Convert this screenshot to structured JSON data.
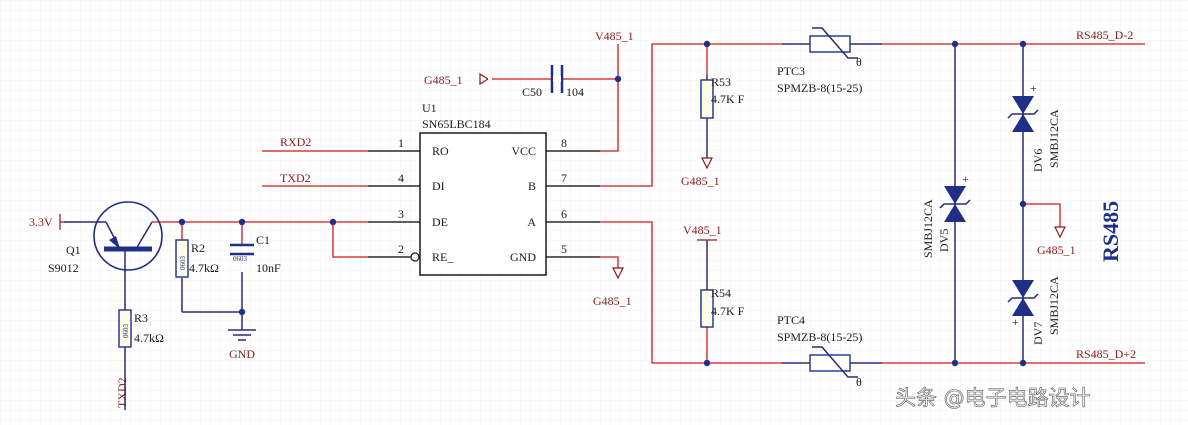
{
  "colors": {
    "wire": "#d01818",
    "component": "#1f2f86",
    "net_label": "#8b1a1a",
    "ic_body": "#ffffff",
    "grid": "#e6e6ee"
  },
  "title": "RS485",
  "watermark": "头条 @电子电路设计",
  "nets": {
    "v485_top": "V485_1",
    "v485_mid": "V485_1",
    "g485_cap": "G485_1",
    "g485_r53": "G485_1",
    "g485_gnd": "G485_1",
    "g485_tvs": "G485_1",
    "v33": "3.3V",
    "gnd": "GND",
    "rxd": "RXD2",
    "txd": "TXD2",
    "txd_q": "TXD2",
    "rs485_dm": "RS485_D-2",
    "rs485_dp": "RS485_D+2"
  },
  "u1": {
    "ref": "U1",
    "part": "SN65LBC184",
    "pins": [
      {
        "num": "1",
        "name": "RO"
      },
      {
        "num": "4",
        "name": "DI"
      },
      {
        "num": "3",
        "name": "DE"
      },
      {
        "num": "2",
        "name": "RE_"
      },
      {
        "num": "8",
        "name": "VCC"
      },
      {
        "num": "7",
        "name": "B"
      },
      {
        "num": "6",
        "name": "A"
      },
      {
        "num": "5",
        "name": "GND"
      }
    ]
  },
  "c50": {
    "ref": "C50",
    "value": "104"
  },
  "c1": {
    "ref": "C1",
    "value": "10nF",
    "package": "0603"
  },
  "q1": {
    "ref": "Q1",
    "part": "S9012"
  },
  "r2": {
    "ref": "R2",
    "value": "4.7kΩ",
    "package": "0603"
  },
  "r3": {
    "ref": "R3",
    "value": "4.7kΩ",
    "package": "0603"
  },
  "r53": {
    "ref": "R53",
    "value": "4.7K F"
  },
  "r54": {
    "ref": "R54",
    "value": "4.7K F"
  },
  "ptc3": {
    "ref": "PTC3",
    "part": "SPMZB-8(15-25)",
    "theta": "θ"
  },
  "ptc4": {
    "ref": "PTC4",
    "part": "SPMZB-8(15-25)",
    "theta": "θ"
  },
  "dv5": {
    "ref": "DV5",
    "part": "SMBJ12CA",
    "plus": "+"
  },
  "dv6": {
    "ref": "DV6",
    "part": "SMBJ12CA",
    "plus": "+"
  },
  "dv7": {
    "ref": "DV7",
    "part": "SMBJ12CA",
    "plus": "+"
  }
}
